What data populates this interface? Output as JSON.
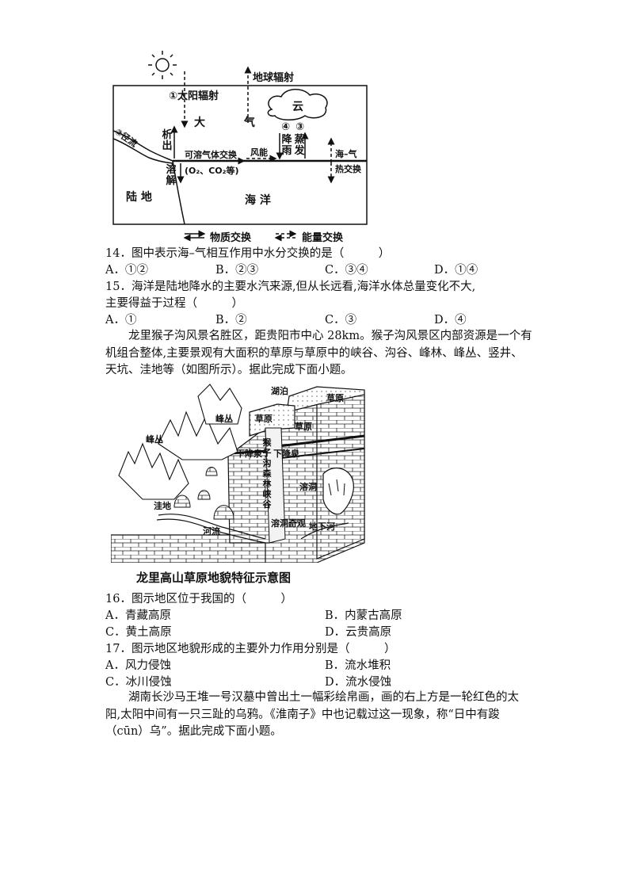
{
  "diagram1": {
    "sun_rad": "①太阳辐射",
    "earth_rad": "地球辐射",
    "cloud": "云",
    "atmosphere": "大  气",
    "runoff": "②径流",
    "precip_num": "④",
    "precip": "降雨",
    "evap_num": "③",
    "evap": "蒸发",
    "precipitate": "析出",
    "dissolve": "溶解",
    "gas_exchange": "可溶气体交换",
    "gases": "(O₂、CO₂等)",
    "wind": "风能",
    "heat1": "海–气",
    "heat2": "热交换",
    "land": "陆  地",
    "ocean": "海  洋",
    "legend_material": "物质交换",
    "legend_energy": "能量交换"
  },
  "q14": {
    "stem": "14．图中表示海–气相互作用中水分交换的是（　　　）",
    "A": "A．①②",
    "B": "B．②③",
    "C": "C．③④",
    "D": "D．①④"
  },
  "q15": {
    "stem1": "15．海洋是陆地降水的主要水汽来源,但从长远看,海洋水体总量变化不大,",
    "stem2": "主要得益于过程（　　　）",
    "A": "A．①",
    "B": "B．②",
    "C": "C．③",
    "D": "D．④"
  },
  "passage1": "龙里猴子沟风景名胜区，距贵阳市中心 28km。猴子沟风景区内部资源是一个有机组合整体,主要景观有大面积的草原与草原中的峡谷、沟谷、峰林、峰丛、竖井、天坑、洼地等（如图所示）。据此完成下面小题。",
  "diagram2": {
    "lake": "湖泊",
    "grass1": "草原",
    "grass2": "草原",
    "grass3": "草原",
    "peak_cluster1": "峰丛",
    "peak_cluster2": "峰丛",
    "monkey_valley": "猴子沟森林峡谷",
    "spring1": "下降泉",
    "spring2": "下降泉",
    "cave": "溶洞",
    "depression": "洼地",
    "river": "河流",
    "karst_cave": "溶洞奇观",
    "underground_river": "地下河",
    "caption": "龙里高山草原地貌特征示意图"
  },
  "q16": {
    "stem": "16．图示地区位于我国的（　　　）",
    "A": "A．青藏高原",
    "B": "B．内蒙古高原",
    "C": "C．黄土高原",
    "D": "D．云贵高原"
  },
  "q17": {
    "stem": "17．图示地区地貌形成的主要外力作用分别是（　　　）",
    "A": "A．风力侵蚀",
    "B": "B．流水堆积",
    "C": "C．冰川侵蚀",
    "D": "D．流水侵蚀"
  },
  "passage2": "湖南长沙马王堆一号汉墓中曾出土一幅彩绘帛画，画的右上方是一轮红色的太阳,太阳中间有一只三趾的乌鸦。《淮南子》中也记载过这一现象，称“日中有踆（cūn）乌”。据此完成下面小题。"
}
